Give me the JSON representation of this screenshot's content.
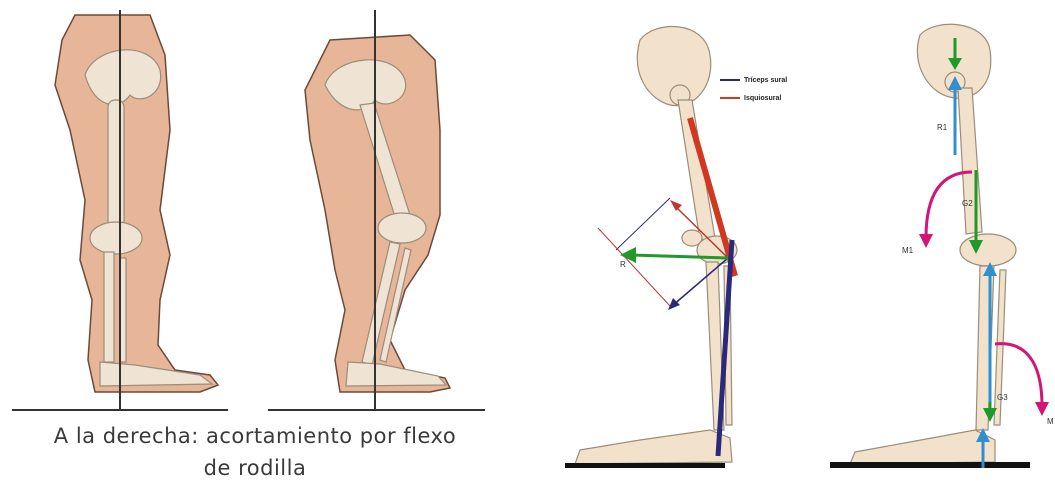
{
  "left_figure": {
    "caption_line1": "A la derecha: acortamiento por flexo",
    "caption_line2": "de rodilla"
  },
  "middle_figure": {
    "legend": [
      {
        "label": "Tríceps sural",
        "color": "#2b2a7a"
      },
      {
        "label": "Isquiosural",
        "color": "#d2381f"
      }
    ],
    "force_label": "R"
  },
  "right_figure": {
    "labels": {
      "r1": "R1",
      "g2": "G2",
      "m1": "M1",
      "g3": "G3",
      "m2": "M"
    }
  },
  "colors": {
    "skin": "#e7b597",
    "skin_outline": "#6b4a3a",
    "bone": "#f2e2cb",
    "bone_outline": "#9b8d7a",
    "red_muscle": "#d2381f",
    "blue_muscle": "#2b2a7a",
    "green_arrow": "#1f9a2a",
    "blue_arrow": "#2f8fd0",
    "magenta_arrow": "#d3157a"
  }
}
